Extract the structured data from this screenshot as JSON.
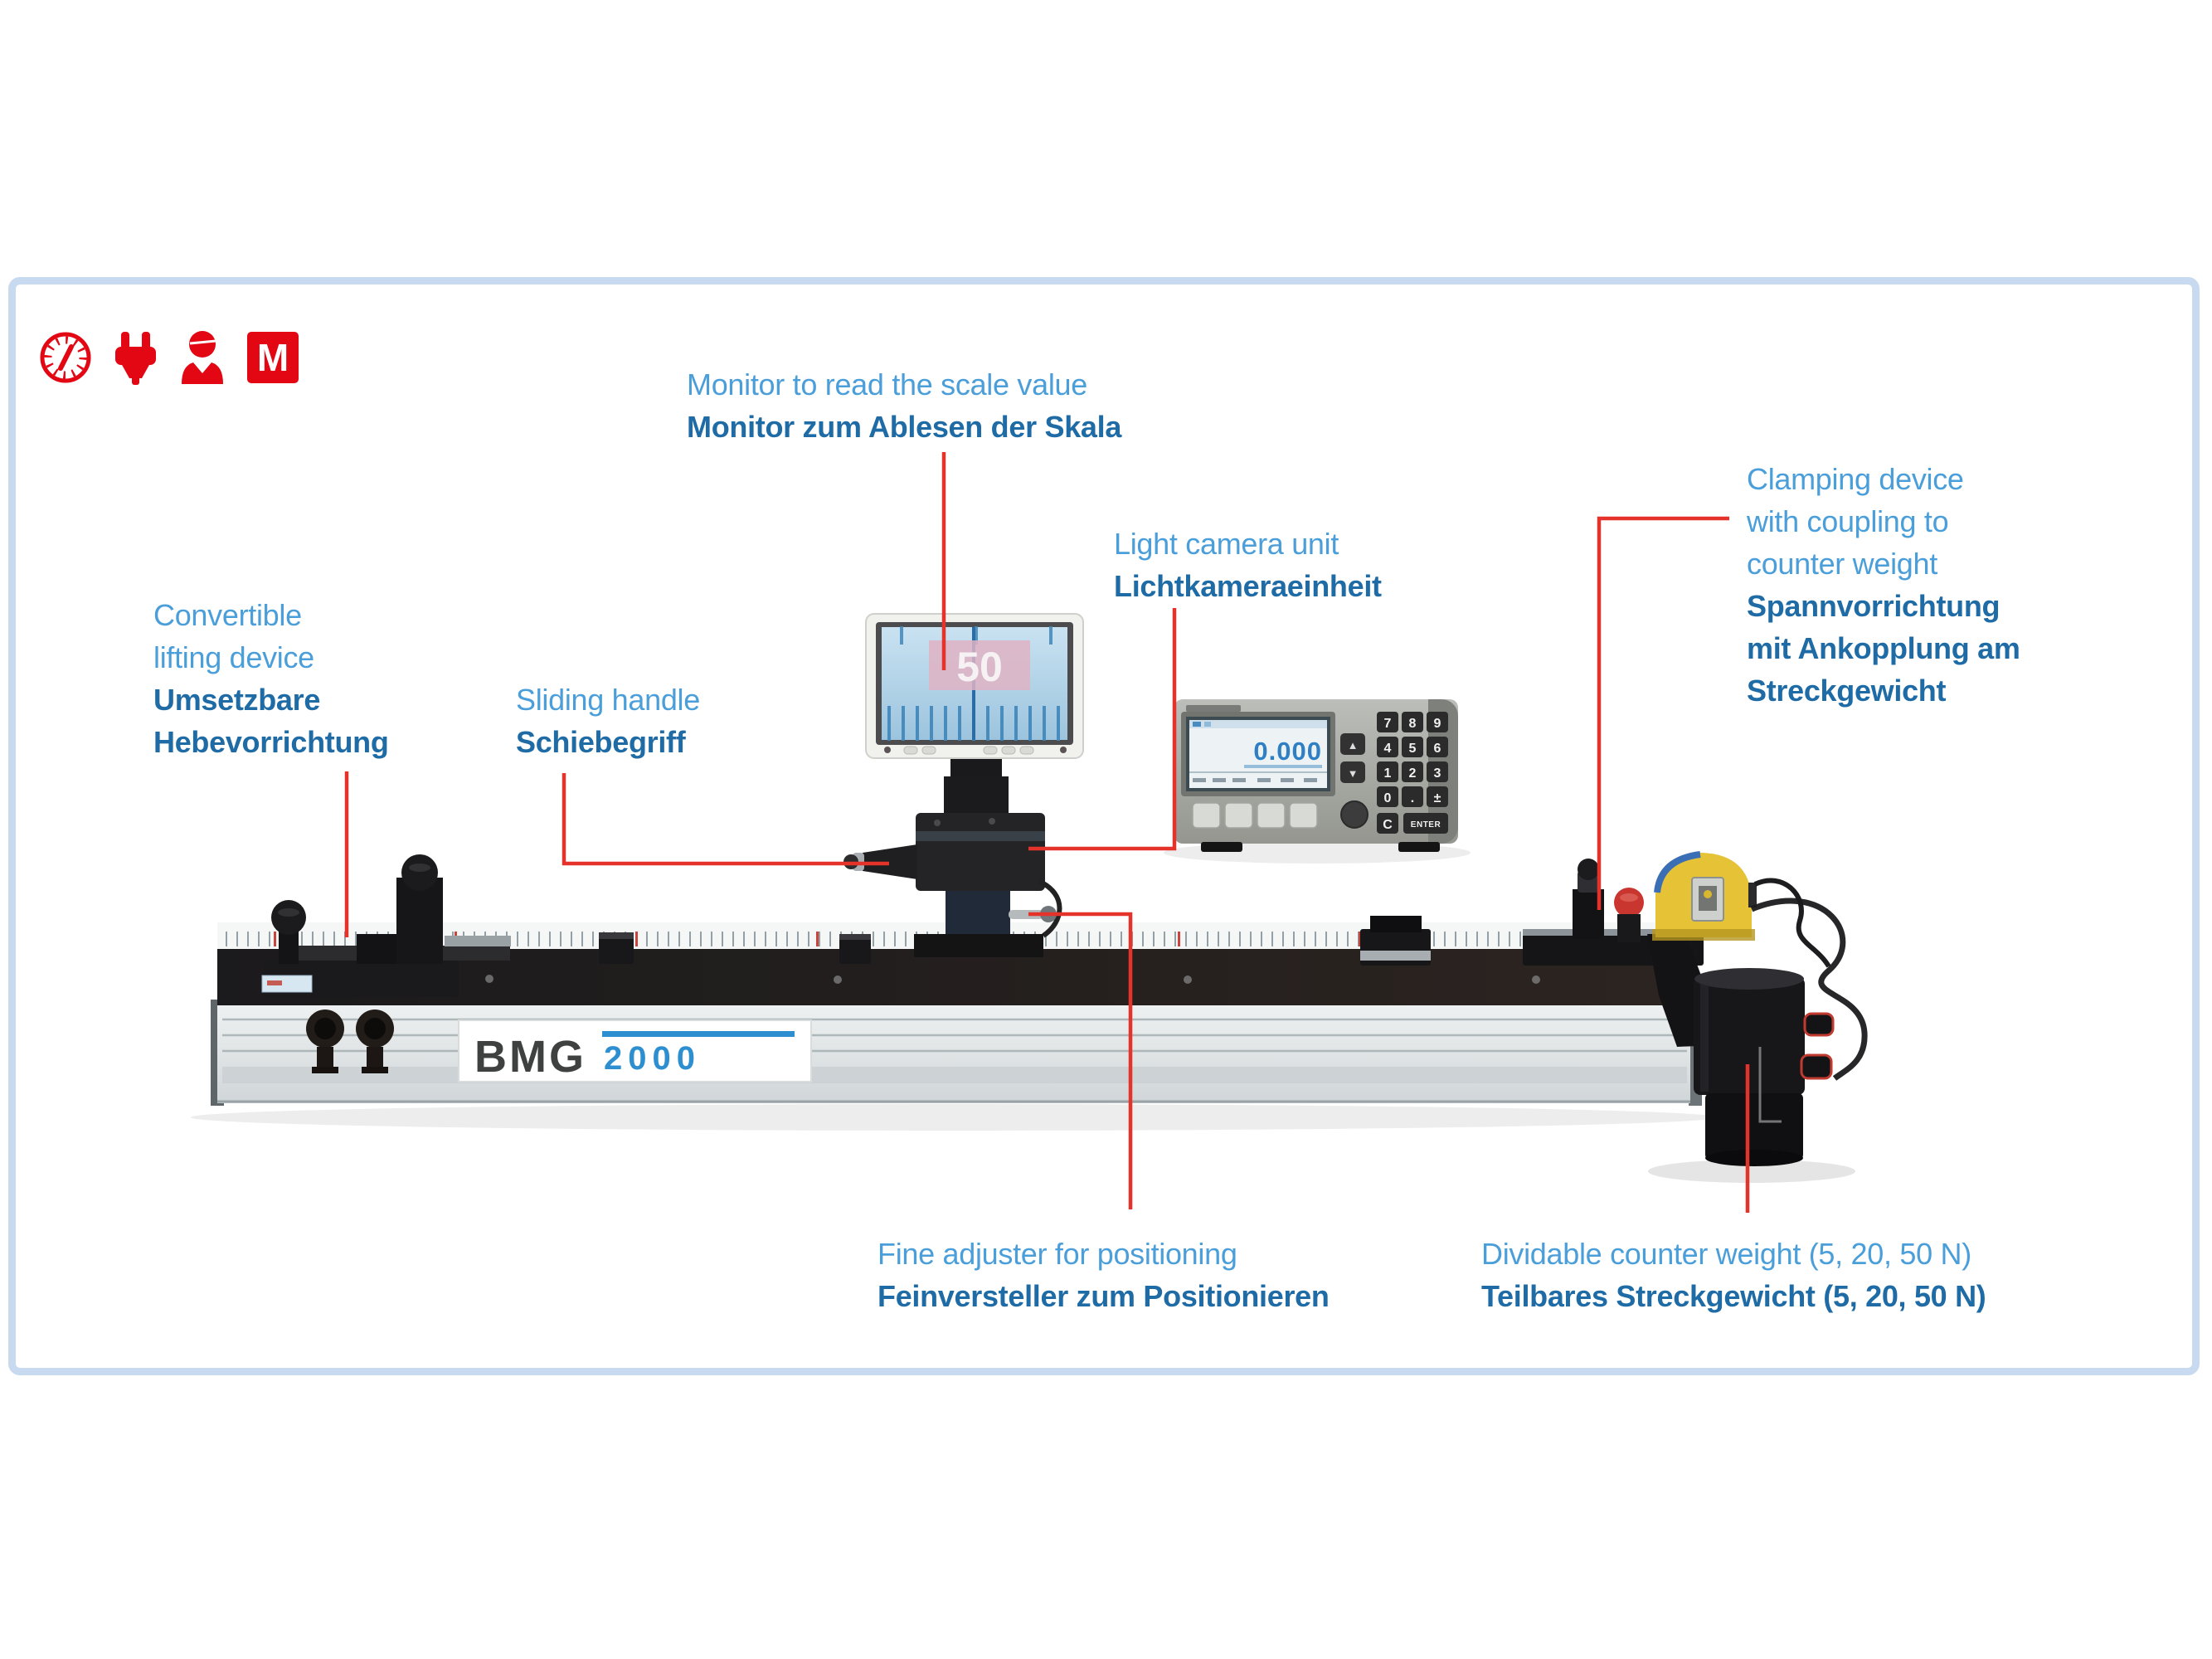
{
  "colors": {
    "accent_red": "#e30613",
    "leader_line_red": "#e5322b",
    "label_english_blue": "#4a9ed9",
    "label_german_blue": "#1e6ba5",
    "frame_border_blue": "#c8daf0",
    "brand_gray": "#3f4040",
    "brand_blue": "#2e8fd0",
    "readout_value_blue": "#2f7fc4"
  },
  "icons": [
    {
      "name": "gauge-icon"
    },
    {
      "name": "plug-icon"
    },
    {
      "name": "operator-icon"
    },
    {
      "name": "m-logo-icon",
      "letter": "M"
    }
  ],
  "labels": {
    "monitor": {
      "en_lines": [
        "Monitor to read the scale value"
      ],
      "de_lines": [
        "Monitor zum Ablesen der Skala"
      ]
    },
    "camera": {
      "en_lines": [
        "Light camera unit"
      ],
      "de_lines": [
        "Lichtkameraeinheit"
      ]
    },
    "clamping": {
      "en_lines": [
        "Clamping device",
        "with coupling to",
        "counter weight"
      ],
      "de_lines": [
        "Spannvorrichtung",
        "mit Ankopplung am",
        "Streckgewicht"
      ]
    },
    "lifting": {
      "en_lines": [
        "Convertible",
        "lifting device"
      ],
      "de_lines": [
        "Umsetzbare",
        "Hebevorrichtung"
      ]
    },
    "sliding": {
      "en_lines": [
        "Sliding handle"
      ],
      "de_lines": [
        "Schiebegriff"
      ]
    },
    "fine_adjuster": {
      "en_lines": [
        "Fine adjuster for positioning"
      ],
      "de_lines": [
        "Feinversteller zum Positionieren"
      ]
    },
    "counterweight": {
      "en_lines": [
        "Dividable counter weight (5, 20, 50 N)"
      ],
      "de_lines": [
        "Teilbares Streckgewicht (5, 20, 50 N)"
      ]
    }
  },
  "device": {
    "brand": "BMG",
    "model": "2000",
    "monitor_scale_value": "50",
    "readout": {
      "value": "0.000",
      "keys": [
        "7",
        "8",
        "9",
        "4",
        "5",
        "6",
        "1",
        "2",
        "3",
        "0",
        ".",
        "±",
        "C",
        "ENTER"
      ],
      "arrow_up": "▲",
      "arrow_down": "▼"
    }
  }
}
